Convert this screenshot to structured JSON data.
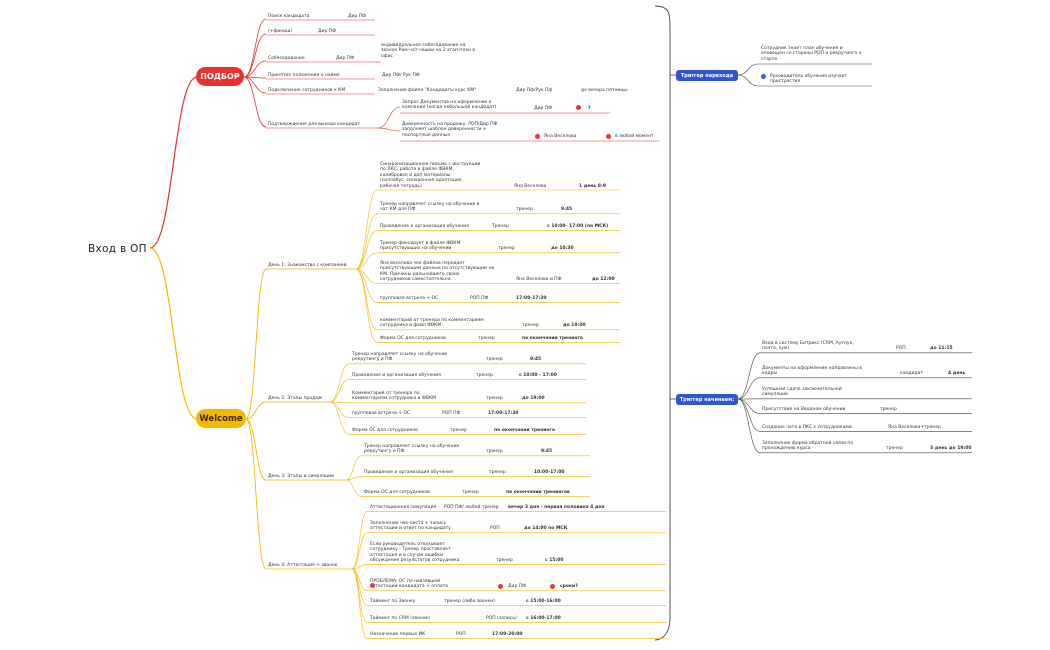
{
  "root": {
    "label": "Вход в ОП"
  },
  "colors": {
    "red": "#e8312f",
    "yellow": "#f5b800",
    "blue": "#2f54d6",
    "ink": "#333333",
    "line": "#444444"
  },
  "podbor": {
    "label": "ПОДБОР",
    "items": [
      {
        "text": "Поиск кандидата",
        "who": "Дир ПФ"
      },
      {
        "text": "(+финиш)",
        "who": "Дир ПФ"
      },
      {
        "text": "Собеседование",
        "who": "Дир ПФ",
        "note": [
          "индивидуальное собеседование на",
          "звонок Рим-чат-чешки на 2 этап-план в",
          "офис"
        ]
      },
      {
        "text": "Принятие положения о найме",
        "who": "Дир ПФ/ Рук ПФ"
      },
      {
        "text": "Подключение сотрудников к КМ",
        "mid": "Заполнение файла \"Кандидаты курс КМ\"",
        "who": "Дир Пф/Рук Пф",
        "when": "до вечера пятницы."
      },
      {
        "text": "Подтверждение для выхода кандидат",
        "sub": [
          {
            "lines": [
              "Запрос Документов на оформление в",
              "компании (когда небольшой кандидат)"
            ],
            "who": "Дир ПФ",
            "when": "?"
          },
          {
            "lines": [
              "Доверенность на продажу. РОП/Дир ПФ",
              "заполняет шаблон доверенности +",
              "паспортные данные"
            ],
            "who": "Яна Веселова",
            "when": "в любой момент"
          }
        ]
      }
    ]
  },
  "welcome": {
    "label": "Welcome",
    "days": [
      {
        "label": "День 1: Знакомство с компанией",
        "items": [
          {
            "lines": [
              "Синхронизационное письмо с инструкции",
              "по ЛКС, работе в файле ФВКМ,",
              "калибровке и доп материалы",
              "(силлабус, синхронная адаптация,",
              "рабочая тетрадь)"
            ],
            "who": "Яна Веселова",
            "when": "1 день 8-9"
          },
          {
            "lines": [
              "Тренер направляет ссылку на обучение в",
              "чат КМ для ПФ"
            ],
            "who": "тренер",
            "when": "9:45"
          },
          {
            "lines": [
              "Проведение и организация обучения"
            ],
            "who": "Тренер",
            "when": "с 10:00- 17:00 (по МСК)"
          },
          {
            "lines": [
              "Тренер фиксирует в файле ФВКМ",
              "присутствующих на обучении"
            ],
            "who": "тренер",
            "when": "до 10:30"
          },
          {
            "lines": [
              "Яна веселова чек файлов передает",
              "присутствующим данные по отсутствующим на",
              "КМ. Причины дальнейшего своих",
              "сотрудников самостоятельно."
            ],
            "who": "Яна Веселова и ПФ",
            "when": "до 12:00"
          },
          {
            "lines": [
              "групповая встреча + ОС"
            ],
            "who": "РОП ПФ",
            "when": "17:00-17:30"
          },
          {
            "lines": [
              "комментарий от тренера по комментариям",
              "сотрудника в файл ФВКМ"
            ],
            "who": "тренер",
            "when": "до 19:00"
          },
          {
            "lines": [
              "Форма ОС для сотрудников"
            ],
            "who": "тренер",
            "when": "по окончании тренинга"
          }
        ]
      },
      {
        "label": "День 2: Этапы продаж",
        "items": [
          {
            "lines": [
              "Тренер направляет ссылку на обучение",
              "рекрутингу и ПФ"
            ],
            "who": "тренер",
            "when": "9:45"
          },
          {
            "lines": [
              "Проведение и организация обучения"
            ],
            "who": "тренер",
            "when": "с 10:00 - 17:00"
          },
          {
            "lines": [
              "Комментарий от тренера по",
              "комментариям сотрудника в ФВКМ"
            ],
            "who": "тренер",
            "when": "до 19:00"
          },
          {
            "lines": [
              "групповая встреча + ОС"
            ],
            "who": "РОП ПФ",
            "when": "17:00-17:30"
          },
          {
            "lines": [
              "Форма ОС для сотрудников"
            ],
            "who": "тренер",
            "when": "по окончании тренинга"
          }
        ]
      },
      {
        "label": "День 3: Этапы и симуляции",
        "items": [
          {
            "lines": [
              "Тренер направляет ссылку на обучение",
              "рекрутингу и ПФ"
            ],
            "who": "тренер",
            "when": "9:45"
          },
          {
            "lines": [
              "Проведение и организация обучения"
            ],
            "who": "тренер",
            "when": "10:00-17:00"
          },
          {
            "lines": [
              "Форма ОС для сотрудников"
            ],
            "who": "тренер",
            "when": "по окончании тренингов"
          }
        ]
      },
      {
        "label": "День 4: Аттестация + звонок",
        "items": [
          {
            "lines": [
              "Аттестационная симуляция"
            ],
            "who": "РОП ПФ/ любой тренер",
            "when": "вечер 3 дня - первая половина 4 дня"
          },
          {
            "lines": [
              "Заполнение чек-листа + запись",
              "аттестации и ответ по кандидату"
            ],
            "who": "РОП",
            "when": "до 14:00 по МСК"
          },
          {
            "lines": [
              "Если руководитель отказывает",
              "сотруднику - Тренер проставляет",
              "аттестация и в случае ошибки",
              "обсуждение результатов сотрудника"
            ],
            "who": "тренер",
            "when": "с 15:00"
          },
          {
            "lines": [
              "ПРОБЛЕМА: ОС по невзявшей",
              "аттестации кандидата + оплата"
            ],
            "who": "Дир ПФ",
            "when": "сроки?"
          },
          {
            "lines": [
              "Тайминг по Звонку"
            ],
            "who": "тренер (либо звонки)",
            "when": "с 15:00-16:00"
          },
          {
            "lines": [
              "Тайминг по CRM (звонок)"
            ],
            "who": "РОП (запись)",
            "when": "с 16:00-17:00"
          },
          {
            "lines": [
              "Назначение первых ИК"
            ],
            "who": "РОП",
            "when": "17:00-20:00"
          }
        ]
      }
    ]
  },
  "trigger_pass": {
    "label": "Триггер перехода",
    "items": [
      {
        "lines": [
          "Сотрудник знает план обучения и",
          "оповещен со стороны РОП и рекрутинга о",
          "старте"
        ]
      },
      {
        "lines": [
          "Руководитель обучения изучает",
          "пристрастия"
        ]
      }
    ]
  },
  "trigger_start": {
    "label": "Триггер начинаем:",
    "items": [
      {
        "lines": [
          "Вход в систему Битрикс (CRM, Аутлук,",
          "почта, хум)"
        ],
        "who": "РОП",
        "when": "до 11:15"
      },
      {
        "lines": [
          "Документы на оформление направлены в",
          "кадры"
        ],
        "who": "кандидат",
        "when": "4 день"
      },
      {
        "lines": [
          "Успешная сдача заключительной",
          "симуляции"
        ]
      },
      {
        "lines": [
          "Присутствие на Вводном обучении"
        ],
        "who": "тренер"
      },
      {
        "lines": [
          "Создание чата в ЛКС с сотрудниками"
        ],
        "who": "Яна Веселова+тренер"
      },
      {
        "lines": [
          "Заполнение форма обратной связи по",
          "прохождению курса"
        ],
        "who": "тренер",
        "when": "3 день до 19:00"
      }
    ]
  }
}
